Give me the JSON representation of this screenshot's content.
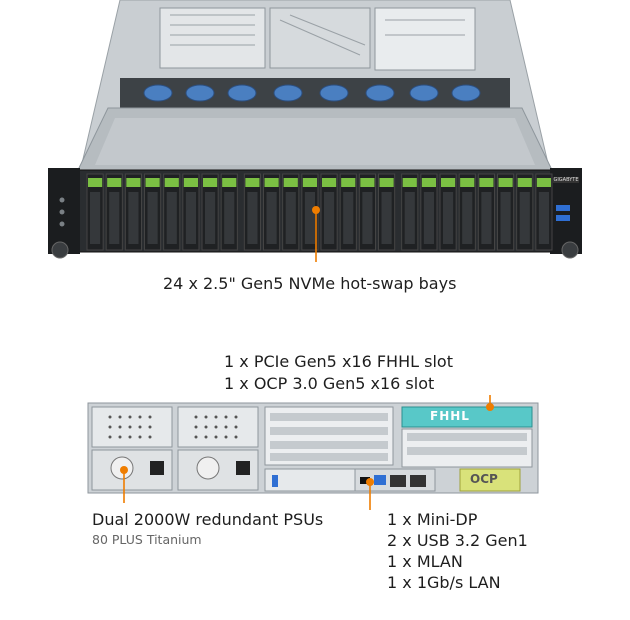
{
  "front": {
    "bays_callout": "24 x 2.5\" Gen5 NVMe hot-swap bays",
    "bay_count": 24,
    "bay_accent_color": "#7bc043",
    "brand_badge": "GIGABYTE"
  },
  "rear": {
    "slots_callout": {
      "line1": "1 x PCIe Gen5 x16 FHHL slot",
      "line2": "1 x OCP 3.0 Gen5 x16 slot"
    },
    "psu_callout": {
      "title": "Dual 2000W redundant PSUs",
      "subtitle": "80 PLUS Titanium"
    },
    "io_callout": [
      "1 x Mini-DP",
      "2 x USB 3.2 Gen1",
      "1 x MLAN",
      "1 x 1Gb/s LAN"
    ],
    "fhhl_tag": "FHHL",
    "ocp_tag": "OCP",
    "fhhl_color": "#58c8c8",
    "ocp_color": "#d9e27a"
  },
  "colors": {
    "accent": "#ef7d00"
  }
}
